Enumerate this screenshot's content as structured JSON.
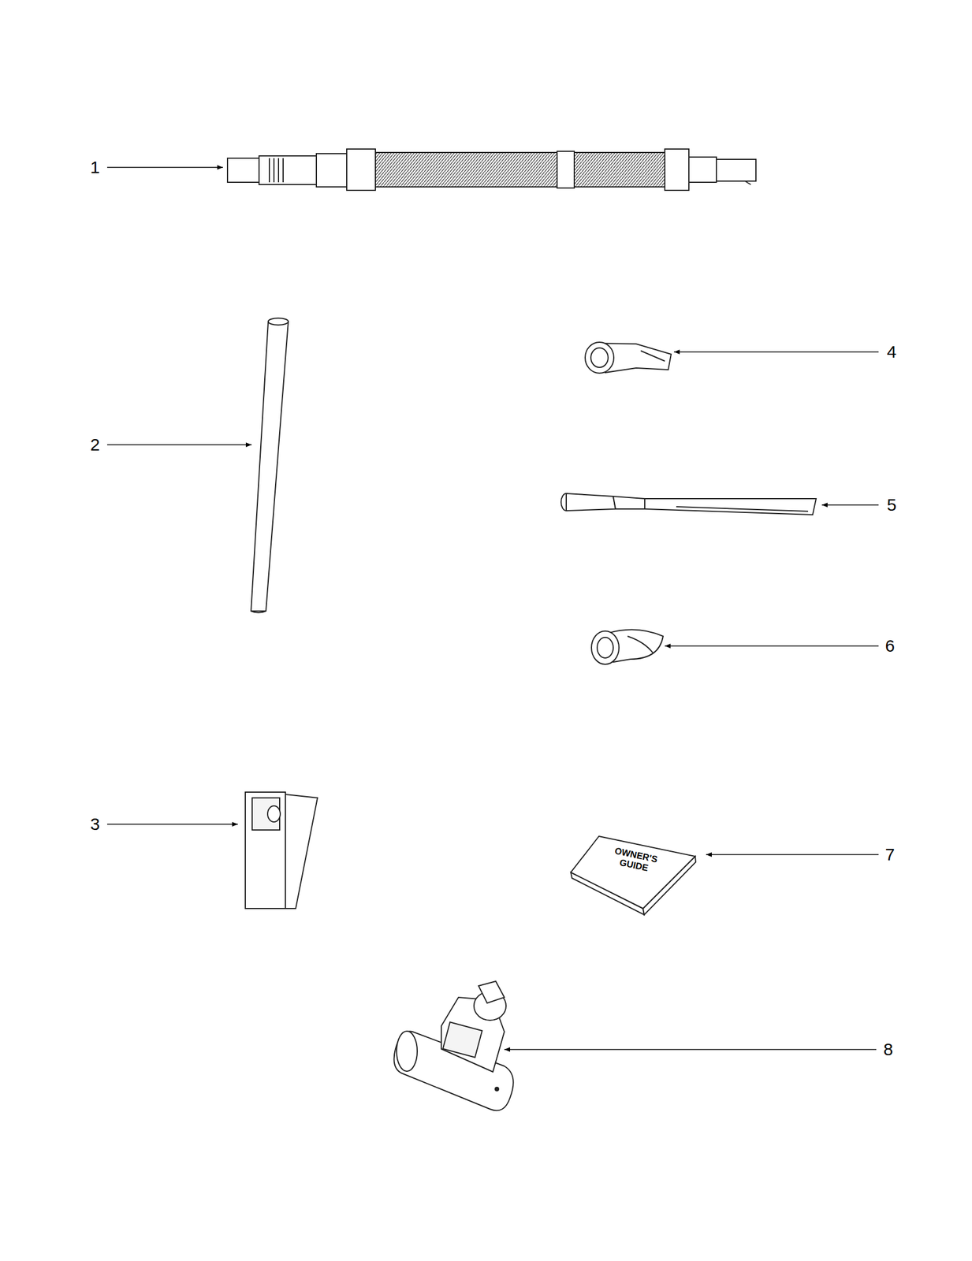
{
  "diagram": {
    "labels": [
      "1",
      "2",
      "4",
      "5",
      "6",
      "3",
      "7",
      "OWNER'S GUIDE",
      "8"
    ]
  }
}
